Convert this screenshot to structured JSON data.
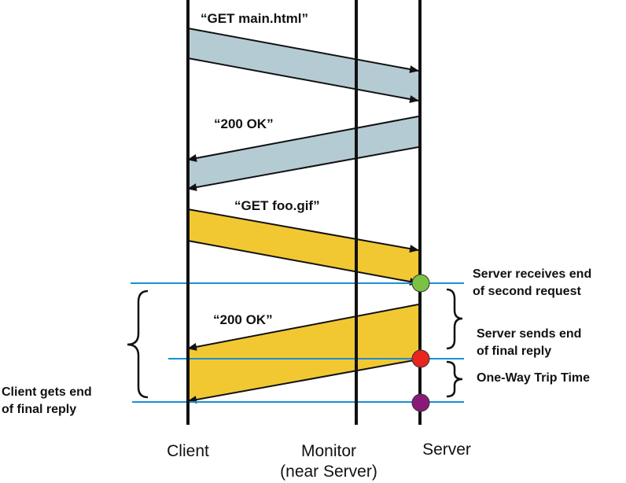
{
  "messages": [
    {
      "label": "“GET main.html”",
      "direction": "client-to-server",
      "color": "#b5cbd3"
    },
    {
      "label": "“200 OK”",
      "direction": "server-to-client",
      "color": "#b5cbd3"
    },
    {
      "label": "“GET foo.gif”",
      "direction": "client-to-server",
      "color": "#f2c832"
    },
    {
      "label": "“200 OK”",
      "direction": "server-to-client",
      "color": "#f2c832"
    }
  ],
  "annotations": {
    "server_receives": [
      "Server receives end",
      "of second request"
    ],
    "server_sends": [
      "Server sends end",
      "of final reply"
    ],
    "one_way": "One-Way Trip Time",
    "client_gets": [
      "Client gets end",
      "of final reply"
    ]
  },
  "columns": {
    "client": "Client",
    "monitor": [
      "Monitor",
      "(near Server)"
    ],
    "server": "Server"
  },
  "colors": {
    "request_band": "#b5cbd3",
    "data_band": "#f2c832",
    "marker_line": "#1a8fd6",
    "event_green": "#7cc242",
    "event_red": "#e8251e",
    "event_purple": "#8a1a78"
  }
}
